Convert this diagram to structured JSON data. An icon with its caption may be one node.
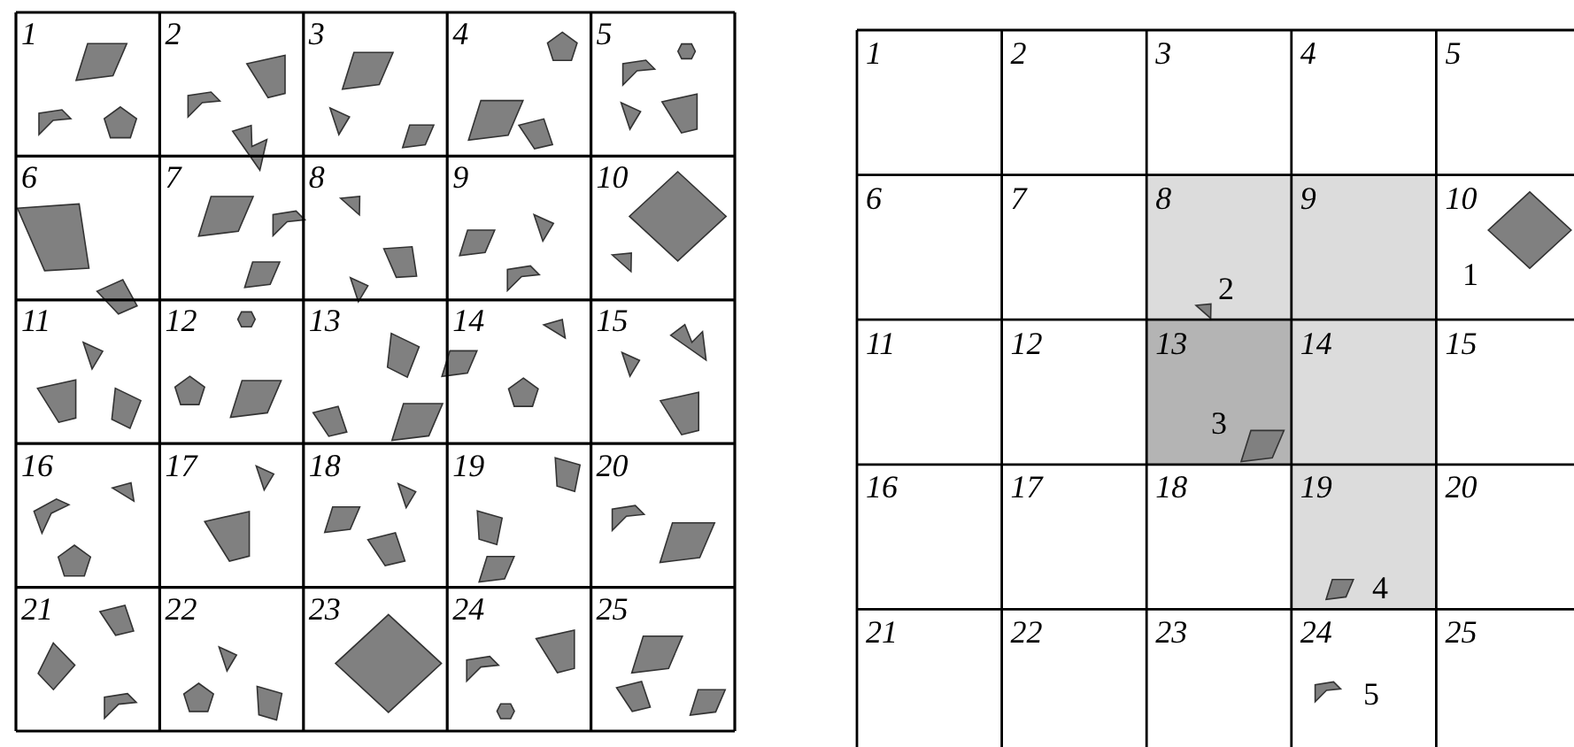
{
  "diagram": {
    "labels": [
      "1",
      "2",
      "3",
      "4",
      "5",
      "6",
      "7",
      "8",
      "9",
      "10",
      "11",
      "12",
      "13",
      "14",
      "15",
      "16",
      "17",
      "18",
      "19",
      "20",
      "21",
      "22",
      "23",
      "24",
      "25",
      "1",
      "2",
      "3",
      "4",
      "5",
      "6",
      "7",
      "8",
      "9",
      "10",
      "11",
      "12",
      "13",
      "14",
      "15",
      "16",
      "17",
      "18",
      "19",
      "20",
      "21",
      "22",
      "23",
      "24",
      "25",
      "1",
      "2",
      "3",
      "4",
      "5"
    ]
  }
}
